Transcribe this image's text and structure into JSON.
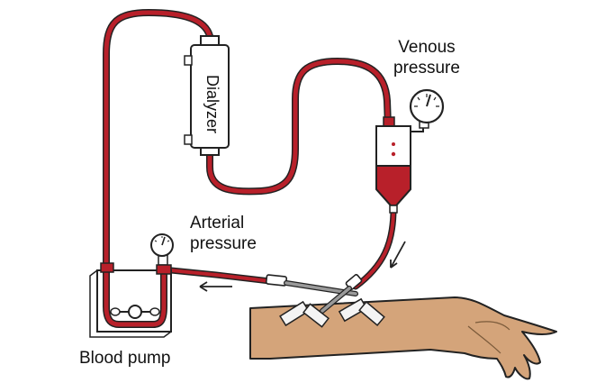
{
  "labels": {
    "venous_line1": "Venous",
    "venous_line2": "pressure",
    "arterial_line1": "Arterial",
    "arterial_line2": "pressure",
    "dialyzer": "Dialyzer",
    "blood_pump": "Blood pump"
  },
  "colors": {
    "blood": "#b8202a",
    "skin": "#d4a47a",
    "outline": "#222222",
    "tape": "#f2f2f2",
    "needle": "#9a9a9a"
  }
}
